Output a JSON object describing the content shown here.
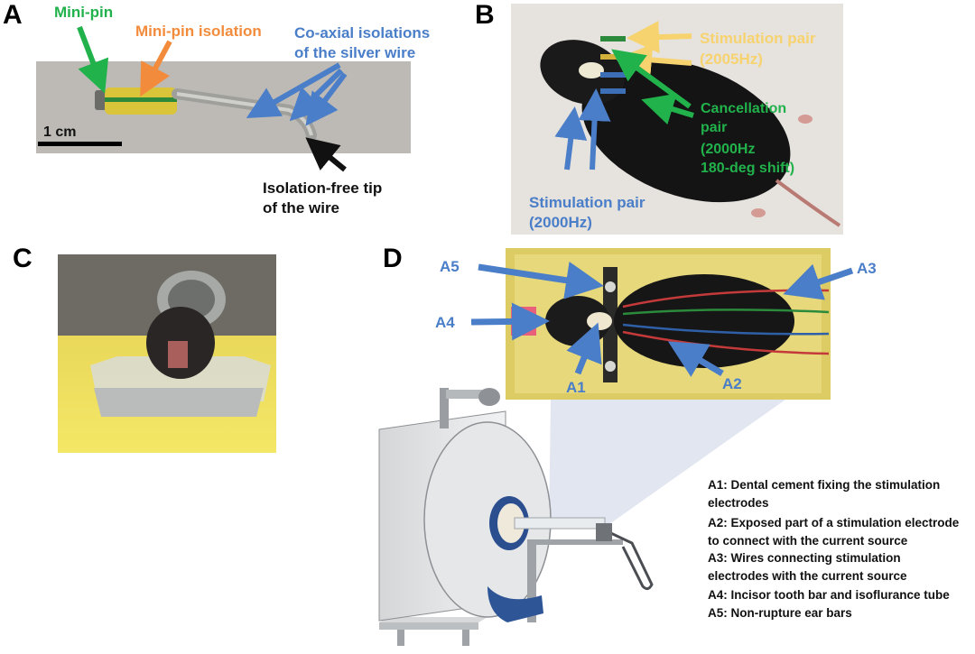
{
  "panels": {
    "a": "A",
    "b": "B",
    "c": "C",
    "d": "D"
  },
  "panel_a": {
    "mini_pin": "Mini-pin",
    "mini_pin_isolation": "Mini-pin isolation",
    "coaxial_line1": "Co-axial isolations",
    "coaxial_line2": "of the silver wire",
    "scale": "1 cm",
    "tip_line1": "Isolation-free tip",
    "tip_line2": "of the wire"
  },
  "panel_b": {
    "stim2005_line1": "Stimulation pair",
    "stim2005_line2": "(2005Hz)",
    "cancel_line1": "Cancellation",
    "cancel_line2": "pair",
    "cancel_line3": "(2000Hz",
    "cancel_line4": "180-deg shift)",
    "stim2000_line1": "Stimulation pair",
    "stim2000_line2": "(2000Hz)"
  },
  "panel_d": {
    "a1": "A1",
    "a2": "A2",
    "a3": "A3",
    "a4": "A4",
    "a5": "A5",
    "legend": [
      "A1: Dental cement fixing the stimulation",
      "electrodes",
      "A2: Exposed part of a stimulation electrode",
      "to connect with the current source",
      "A3: Wires connecting stimulation",
      "electrodes with the current source",
      "A4: Incisor tooth bar and isoflurance tube",
      "A5: Non-rupture ear bars"
    ]
  },
  "colors": {
    "green": "#22b24c",
    "orange": "#f28c3c",
    "blue": "#4a7ec8",
    "yellow": "#f7d36f"
  }
}
